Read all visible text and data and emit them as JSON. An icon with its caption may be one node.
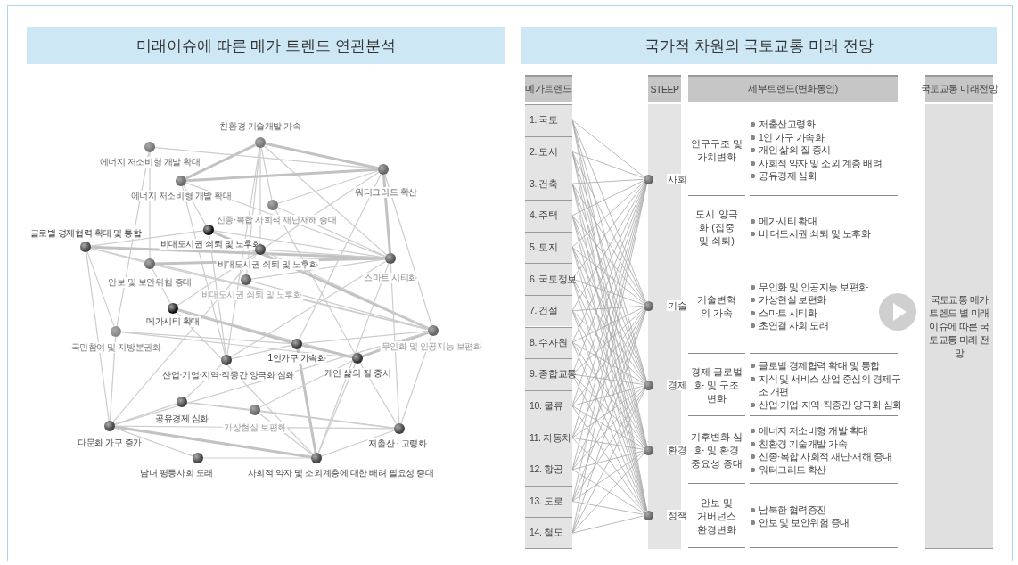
{
  "diagram": {
    "nodes": [
      {
        "text": [
          "미래이슈에 따른 메가 트렌드 연관분석"
        ]
      },
      {
        "text": [],
        "shape": "circle",
        "beside": [
          "친환경 기술개발 가속"
        ]
      },
      {
        "text": [],
        "shape": "circle",
        "beside": [
          "에너지 저소비형 개발 확대"
        ]
      },
      {
        "text": [],
        "shape": "circle",
        "beside": [
          "에너지 저소비형 개발 확대"
        ]
      },
      {
        "text": [],
        "shape": "circle",
        "beside": [
          "워터그리드 확산"
        ]
      },
      {
        "text": [],
        "shape": "circle",
        "beside": [
          "신종·복합 사회적 재난재해 증대"
        ]
      },
      {
        "text": [],
        "shape": "circle",
        "beside": [
          "글로벌 경제협력 확대 및 통합"
        ]
      },
      {
        "text": [],
        "shape": "circle",
        "beside": [
          "비대도시권 쇠퇴 및 노후화"
        ]
      },
      {
        "text": [],
        "shape": "circle",
        "beside": [
          "비대도시권 쇠퇴 및 노후화"
        ]
      },
      {
        "text": [],
        "shape": "circle",
        "beside": [
          "스마트 시티화"
        ]
      },
      {
        "text": [],
        "shape": "circle",
        "beside": [
          "안보 및 보안위험 증대"
        ]
      },
      {
        "text": [],
        "shape": "circle",
        "beside": [
          "비대도시권 쇠퇴 및 노후화"
        ]
      },
      {
        "text": [],
        "shape": "circle",
        "beside": [
          "메가시티 확대"
        ]
      },
      {
        "text": [],
        "shape": "circle",
        "beside": [
          "국민참여 및 지방분권화"
        ]
      },
      {
        "text": [],
        "shape": "circle",
        "beside": [
          "무인화 및 인공지능 보편화"
        ]
      },
      {
        "text": [],
        "shape": "circle",
        "beside": [
          "1인가구 가속화"
        ]
      },
      {
        "text": [],
        "shape": "circle",
        "beside": [
          "산업·기업·지역·직종간 양극화 심화"
        ]
      },
      {
        "text": [],
        "shape": "circle",
        "beside": [
          "개인 삶의 질 중시"
        ]
      },
      {
        "text": [],
        "shape": "circle",
        "beside": [
          "공유경제 심화"
        ]
      },
      {
        "text": [],
        "shape": "circle",
        "beside": [
          "가상현실 보편화"
        ]
      },
      {
        "text": [],
        "shape": "circle",
        "beside": [
          "다문화 가구 증가"
        ]
      },
      {
        "text": [],
        "shape": "circle",
        "beside": [
          "저출산 · 고령화"
        ]
      },
      {
        "text": [],
        "shape": "circle",
        "beside": [
          "남녀 평등사회 도래"
        ]
      },
      {
        "text": [],
        "shape": "circle",
        "beside": [
          "사회적 약자 및 소외계층에 대한 배려 필요성 증대"
        ]
      },
      {
        "text": [
          "국가적 차원의 국토교통 미래 전망"
        ]
      },
      {
        "text": [
          "메가트렌드"
        ]
      },
      {
        "text": [
          "1. 국토"
        ]
      },
      {
        "text": [
          "2. 도시"
        ]
      },
      {
        "text": [
          "3. 건축"
        ]
      },
      {
        "text": [
          "4. 주택"
        ]
      },
      {
        "text": [
          "5. 토지"
        ]
      },
      {
        "text": [
          "6. 국토정보"
        ]
      },
      {
        "text": [
          "7. 건설"
        ]
      },
      {
        "text": [
          "8. 수자원"
        ]
      },
      {
        "text": [
          "9. 종합교통"
        ]
      },
      {
        "text": [
          "10. 물류"
        ]
      },
      {
        "text": [
          "11. 자동차"
        ]
      },
      {
        "text": [
          "12. 항공"
        ]
      },
      {
        "text": [
          "13. 도로"
        ]
      },
      {
        "text": [
          "14. 철도"
        ]
      },
      {
        "text": [
          "STEEP"
        ]
      },
      {
        "text": [],
        "shape": "circle",
        "beside": [
          "사회"
        ]
      },
      {
        "text": [],
        "shape": "circle",
        "beside": [
          "기술"
        ]
      },
      {
        "text": [],
        "shape": "circle",
        "beside": [
          "경제"
        ]
      },
      {
        "text": [],
        "shape": "circle",
        "beside": [
          "환경"
        ]
      },
      {
        "text": [],
        "shape": "circle",
        "beside": [
          "정책"
        ]
      },
      {
        "text": [
          "세부트렌드(변화동인)"
        ]
      },
      {
        "text": [
          "국토교통 미래전망"
        ]
      },
      {
        "text": [
          "국토교통 메가트렌드 별 미래이슈에 따른 국토교통 미래 전망"
        ]
      }
    ],
    "edges": [
      {
        "from": 1,
        "to": 4,
        "arrow": "none",
        "style": "thick"
      },
      {
        "from": 1,
        "to": 3,
        "arrow": "none",
        "style": "thick"
      },
      {
        "from": 1,
        "to": 9,
        "arrow": "none"
      },
      {
        "from": 1,
        "to": 8,
        "arrow": "none"
      },
      {
        "from": 1,
        "to": 11,
        "arrow": "none"
      },
      {
        "from": 1,
        "to": 16,
        "arrow": "none"
      },
      {
        "from": 1,
        "to": 5,
        "arrow": "none"
      },
      {
        "from": 2,
        "to": 4,
        "arrow": "none"
      },
      {
        "from": 2,
        "to": 10,
        "arrow": "none"
      },
      {
        "from": 2,
        "to": 13,
        "arrow": "none"
      },
      {
        "from": 3,
        "to": 4,
        "arrow": "none",
        "style": "thick"
      },
      {
        "from": 3,
        "to": 9,
        "arrow": "none"
      },
      {
        "from": 3,
        "to": 16,
        "arrow": "none"
      },
      {
        "from": 3,
        "to": 7,
        "arrow": "none"
      },
      {
        "from": 4,
        "to": 5,
        "arrow": "none"
      },
      {
        "from": 4,
        "to": 9,
        "arrow": "none",
        "style": "thick"
      },
      {
        "from": 4,
        "to": 14,
        "arrow": "none"
      },
      {
        "from": 4,
        "to": 12,
        "arrow": "none"
      },
      {
        "from": 4,
        "to": 15,
        "arrow": "none"
      },
      {
        "from": 5,
        "to": 9,
        "arrow": "none"
      },
      {
        "from": 5,
        "to": 17,
        "arrow": "none"
      },
      {
        "from": 6,
        "to": 9,
        "arrow": "none",
        "style": "thick"
      },
      {
        "from": 6,
        "to": 10,
        "arrow": "none"
      },
      {
        "from": 6,
        "to": 13,
        "arrow": "none"
      },
      {
        "from": 6,
        "to": 20,
        "arrow": "none"
      },
      {
        "from": 6,
        "to": 14,
        "arrow": "none"
      },
      {
        "from": 6,
        "to": 7,
        "arrow": "none"
      },
      {
        "from": 7,
        "to": 9,
        "arrow": "none"
      },
      {
        "from": 7,
        "to": 16,
        "arrow": "none"
      },
      {
        "from": 7,
        "to": 14,
        "arrow": "none",
        "style": "thick"
      },
      {
        "from": 8,
        "to": 9,
        "arrow": "none"
      },
      {
        "from": 8,
        "to": 14,
        "arrow": "none"
      },
      {
        "from": 8,
        "to": 20,
        "arrow": "none"
      },
      {
        "from": 10,
        "to": 9,
        "arrow": "none",
        "style": "thick"
      },
      {
        "from": 10,
        "to": 14,
        "arrow": "none"
      },
      {
        "from": 10,
        "to": 12,
        "arrow": "none"
      },
      {
        "from": 11,
        "to": 9,
        "arrow": "none"
      },
      {
        "from": 11,
        "to": 14,
        "arrow": "none"
      },
      {
        "from": 12,
        "to": 15,
        "arrow": "none",
        "style": "thick"
      },
      {
        "from": 12,
        "to": 23,
        "arrow": "none"
      },
      {
        "from": 12,
        "to": 17,
        "arrow": "none"
      },
      {
        "from": 13,
        "to": 15,
        "arrow": "none"
      },
      {
        "from": 13,
        "to": 17,
        "arrow": "none"
      },
      {
        "from": 13,
        "to": 20,
        "arrow": "none"
      },
      {
        "from": 14,
        "to": 15,
        "arrow": "none"
      },
      {
        "from": 14,
        "to": 17,
        "arrow": "none",
        "style": "thick"
      },
      {
        "from": 14,
        "to": 21,
        "arrow": "none"
      },
      {
        "from": 15,
        "to": 17,
        "arrow": "none",
        "style": "thick"
      },
      {
        "from": 15,
        "to": 16,
        "arrow": "none"
      },
      {
        "from": 15,
        "to": 23,
        "arrow": "none",
        "style": "thick"
      },
      {
        "from": 16,
        "to": 18,
        "arrow": "none"
      },
      {
        "from": 16,
        "to": 9,
        "arrow": "none"
      },
      {
        "from": 17,
        "to": 21,
        "arrow": "none"
      },
      {
        "from": 17,
        "to": 19,
        "arrow": "none"
      },
      {
        "from": 17,
        "to": 23,
        "arrow": "none"
      },
      {
        "from": 18,
        "to": 19,
        "arrow": "none"
      },
      {
        "from": 18,
        "to": 21,
        "arrow": "none"
      },
      {
        "from": 18,
        "to": 20,
        "arrow": "none"
      },
      {
        "from": 19,
        "to": 21,
        "arrow": "none"
      },
      {
        "from": 19,
        "to": 23,
        "arrow": "none"
      },
      {
        "from": 20,
        "to": 23,
        "arrow": "none",
        "style": "thick"
      },
      {
        "from": 20,
        "to": 21,
        "arrow": "none"
      },
      {
        "from": 21,
        "to": 23,
        "arrow": "none"
      },
      {
        "from": 22,
        "to": 23,
        "arrow": "none"
      },
      {
        "from": 20,
        "to": 22,
        "arrow": "none"
      },
      {
        "from": 9,
        "to": 23,
        "arrow": "none"
      },
      {
        "from": 9,
        "to": 21,
        "arrow": "none"
      },
      {
        "from": 14,
        "to": 20,
        "arrow": "none"
      },
      {
        "from": 26,
        "to": 41,
        "arrow": "none"
      },
      {
        "from": 26,
        "to": 42,
        "arrow": "none"
      },
      {
        "from": 26,
        "to": 43,
        "arrow": "none"
      },
      {
        "from": 26,
        "to": 44,
        "arrow": "none"
      },
      {
        "from": 26,
        "to": 45,
        "arrow": "none"
      },
      {
        "from": 27,
        "to": 41,
        "arrow": "none"
      },
      {
        "from": 27,
        "to": 42,
        "arrow": "none"
      },
      {
        "from": 27,
        "to": 43,
        "arrow": "none"
      },
      {
        "from": 27,
        "to": 44,
        "arrow": "none"
      },
      {
        "from": 27,
        "to": 45,
        "arrow": "none"
      },
      {
        "from": 28,
        "to": 41,
        "arrow": "none"
      },
      {
        "from": 28,
        "to": 42,
        "arrow": "none"
      },
      {
        "from": 28,
        "to": 43,
        "arrow": "none"
      },
      {
        "from": 28,
        "to": 44,
        "arrow": "none"
      },
      {
        "from": 28,
        "to": 45,
        "arrow": "none"
      },
      {
        "from": 29,
        "to": 41,
        "arrow": "none"
      },
      {
        "from": 29,
        "to": 42,
        "arrow": "none"
      },
      {
        "from": 29,
        "to": 43,
        "arrow": "none"
      },
      {
        "from": 29,
        "to": 44,
        "arrow": "none"
      },
      {
        "from": 29,
        "to": 45,
        "arrow": "none"
      },
      {
        "from": 30,
        "to": 41,
        "arrow": "none"
      },
      {
        "from": 30,
        "to": 42,
        "arrow": "none"
      },
      {
        "from": 30,
        "to": 43,
        "arrow": "none"
      },
      {
        "from": 30,
        "to": 44,
        "arrow": "none"
      },
      {
        "from": 30,
        "to": 45,
        "arrow": "none"
      },
      {
        "from": 31,
        "to": 41,
        "arrow": "none"
      },
      {
        "from": 31,
        "to": 42,
        "arrow": "none"
      },
      {
        "from": 31,
        "to": 43,
        "arrow": "none"
      },
      {
        "from": 31,
        "to": 44,
        "arrow": "none"
      },
      {
        "from": 31,
        "to": 45,
        "arrow": "none"
      },
      {
        "from": 32,
        "to": 41,
        "arrow": "none"
      },
      {
        "from": 32,
        "to": 42,
        "arrow": "none"
      },
      {
        "from": 32,
        "to": 43,
        "arrow": "none"
      },
      {
        "from": 32,
        "to": 44,
        "arrow": "none"
      },
      {
        "from": 32,
        "to": 45,
        "arrow": "none"
      },
      {
        "from": 33,
        "to": 41,
        "arrow": "none"
      },
      {
        "from": 33,
        "to": 42,
        "arrow": "none"
      },
      {
        "from": 33,
        "to": 43,
        "arrow": "none"
      },
      {
        "from": 33,
        "to": 44,
        "arrow": "none"
      },
      {
        "from": 33,
        "to": 45,
        "arrow": "none"
      },
      {
        "from": 34,
        "to": 41,
        "arrow": "none"
      },
      {
        "from": 34,
        "to": 42,
        "arrow": "none"
      },
      {
        "from": 34,
        "to": 43,
        "arrow": "none"
      },
      {
        "from": 34,
        "to": 44,
        "arrow": "none"
      },
      {
        "from": 34,
        "to": 45,
        "arrow": "none"
      },
      {
        "from": 35,
        "to": 41,
        "arrow": "none"
      },
      {
        "from": 35,
        "to": 42,
        "arrow": "none"
      },
      {
        "from": 35,
        "to": 43,
        "arrow": "none"
      },
      {
        "from": 35,
        "to": 44,
        "arrow": "none"
      },
      {
        "from": 35,
        "to": 45,
        "arrow": "none"
      },
      {
        "from": 36,
        "to": 41,
        "arrow": "none"
      },
      {
        "from": 36,
        "to": 42,
        "arrow": "none"
      },
      {
        "from": 36,
        "to": 43,
        "arrow": "none"
      },
      {
        "from": 36,
        "to": 44,
        "arrow": "none"
      },
      {
        "from": 36,
        "to": 45,
        "arrow": "none"
      },
      {
        "from": 37,
        "to": 41,
        "arrow": "none"
      },
      {
        "from": 37,
        "to": 42,
        "arrow": "none"
      },
      {
        "from": 37,
        "to": 43,
        "arrow": "none"
      },
      {
        "from": 37,
        "to": 44,
        "arrow": "none"
      },
      {
        "from": 37,
        "to": 45,
        "arrow": "none"
      },
      {
        "from": 38,
        "to": 41,
        "arrow": "none"
      },
      {
        "from": 38,
        "to": 42,
        "arrow": "none"
      },
      {
        "from": 38,
        "to": 43,
        "arrow": "none"
      },
      {
        "from": 38,
        "to": 44,
        "arrow": "none"
      },
      {
        "from": 38,
        "to": 45,
        "arrow": "none"
      },
      {
        "from": 39,
        "to": 41,
        "arrow": "none"
      },
      {
        "from": 39,
        "to": 42,
        "arrow": "none"
      },
      {
        "from": 39,
        "to": 43,
        "arrow": "none"
      },
      {
        "from": 39,
        "to": 44,
        "arrow": "none"
      },
      {
        "from": 39,
        "to": 45,
        "arrow": "none"
      }
    ],
    "labels": [
      "인구구조 및 가치변화",
      "저출산고령화",
      "1인 가구 가속화",
      "개인 삶의 질 중시",
      "사회적 약자 및 소외 계층 배려",
      "공유경제 심화",
      "도시 양극화 (집중 및 쇠퇴)",
      "메가시티 확대",
      "비 대도시권 쇠퇴 및 노후화",
      "기술변혁의 가속",
      "무인화 및 인공지능 보편화",
      "가상현실 보편화",
      "스마트 시티화",
      "초연결 사회 도래",
      "경제 글로벌화 및 구조변화",
      "글로벌 경제협력 확대 및 통합",
      "지식 및 서비스 산업 중심의 경제구조 개편",
      "산업·기업·지역·직종간 양극화 심화",
      "기후변화 심화 및 환경 중요성 증대",
      "에너지 저소비형 개발 확대",
      "친환경 기술개발 가속",
      "신종·복합 사회적 재난·재해 증대",
      "워터그리드 확산",
      "안보 및 거버넌스 환경변화",
      "남북한 협력증진",
      "안보 및 보안위험 증대"
    ]
  }
}
